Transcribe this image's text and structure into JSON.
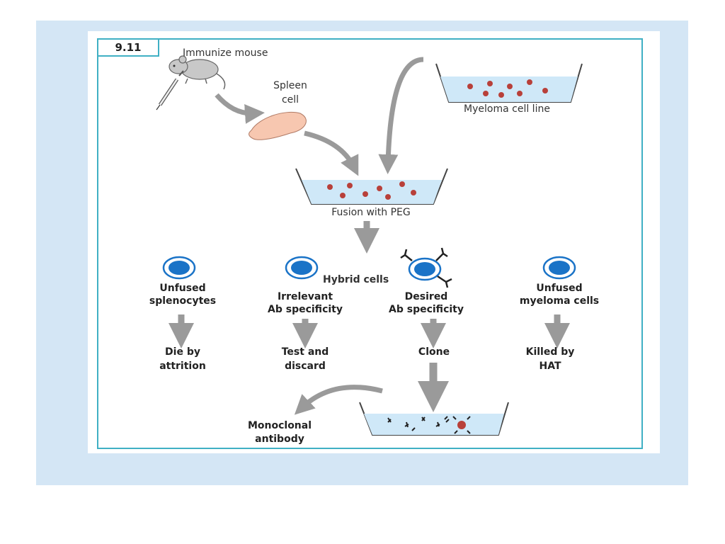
{
  "figure": {
    "number": "9.11",
    "labels": {
      "immunize": "Immunize mouse",
      "spleen_1": "Spleen",
      "spleen_2": "cell",
      "myeloma": "Myeloma cell line",
      "fusion": "Fusion with PEG",
      "hybrid": "Hybrid cells",
      "unfused_spl_1": "Unfused",
      "unfused_spl_2": "splenocytes",
      "irrelevant_1": "Irrelevant",
      "irrelevant_2": "Ab specificity",
      "desired_1": "Desired",
      "desired_2": "Ab specificity",
      "unfused_mye_1": "Unfused",
      "unfused_mye_2": "myeloma cells",
      "die_1": "Die by",
      "die_2": "attrition",
      "test_1": "Test and",
      "test_2": "discard",
      "clone": "Clone",
      "killed_1": "Killed by",
      "killed_2": "HAT",
      "mono_1": "Monoclonal",
      "mono_2": "antibody"
    }
  },
  "colors": {
    "slide_background": "#d4e6f5",
    "frame": "#3fb0c4",
    "arrow": "#9a9a9a",
    "cell_blue": "#1a73c7",
    "medium": "#cfe8f8",
    "spleen": "#f7c7b0",
    "dots": "#b8403a"
  }
}
